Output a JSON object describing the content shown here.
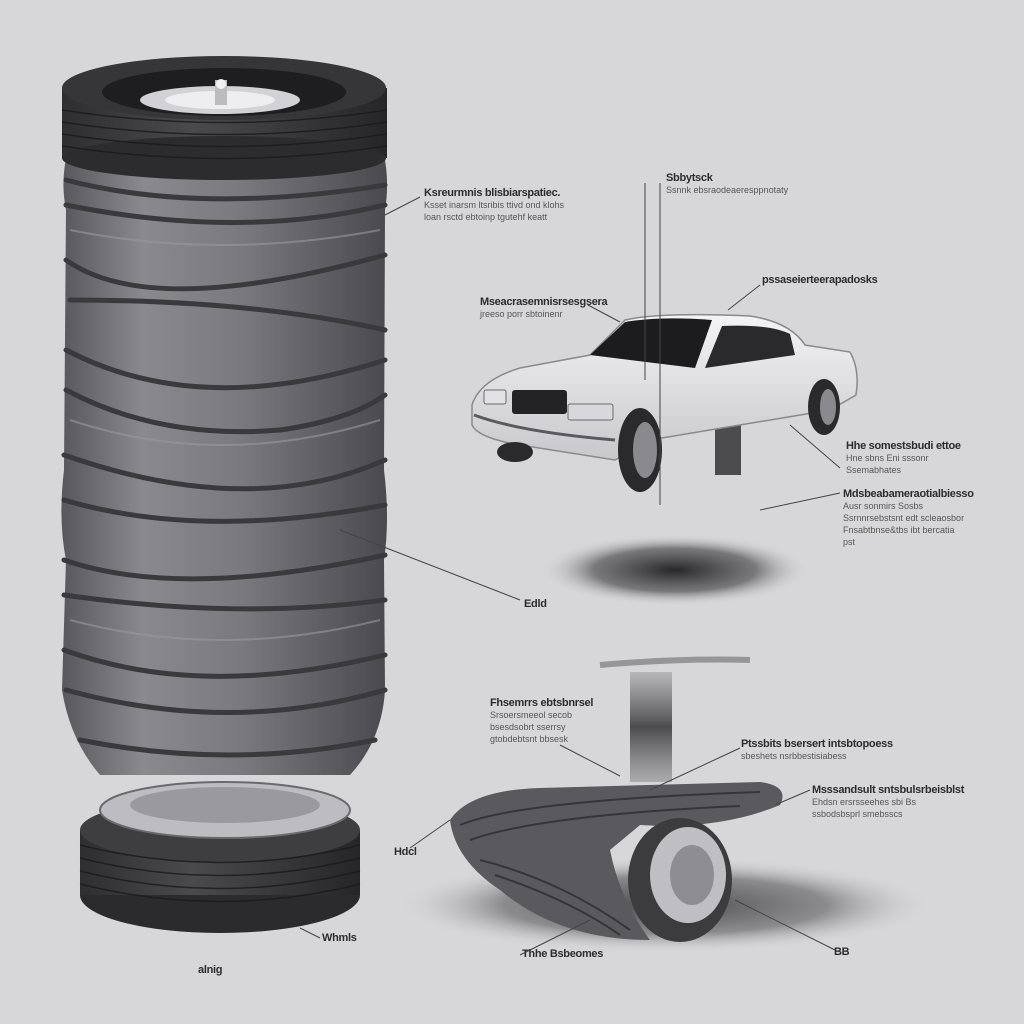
{
  "callouts": {
    "top_center": {
      "title": "Ksreurmnis blisbiarspatiec.",
      "lines": [
        "Ksset inarsm ltsribis ttivd ond klohs",
        "loan rsctd ebtoinp tgutehf keatt"
      ]
    },
    "car_top": {
      "title": "Sbbytsck",
      "lines": [
        "Ssnnk ebsraodeaeresppnotaty"
      ]
    },
    "car_left": {
      "title": "Mseacrasemnisrsesgsera",
      "lines": [
        "jreeso porr sbtoinenr"
      ]
    },
    "car_right_top": {
      "title": "pssaseierteerapadosks",
      "lines": []
    },
    "car_right_mid": {
      "title": "Hhe somestsbudi ettoe",
      "lines": [
        "Hne sbns Eni sssonr",
        "Ssemabhates"
      ]
    },
    "car_right_low": {
      "title": "Mdsbeabameraotialbiesso",
      "lines": [
        "Ausr sonmirs Sosbs",
        "Ssrnnrsebstsnt edt scleaosbor",
        "Fnsabtbnse&tbs ibt bercatia",
        "pst"
      ]
    },
    "tire_mid": {
      "title": "Edld",
      "lines": []
    },
    "arm_left": {
      "title": "Fhsemrrs ebtsbnrsel",
      "lines": [
        "Srsoersmeeol secob",
        "bsesdsobrt sserrsy",
        "gtobdebtsnt bbsesk"
      ]
    },
    "arm_mid": {
      "title": "Ptssbits bsersert intsbtopoess",
      "lines": [
        "sbeshets nsrbbestisiabess"
      ]
    },
    "arm_right": {
      "title": "Msssandsult sntsbulsrbeisblst",
      "lines": [
        "Ehdsn ersrsseehes sbi Bs",
        "ssbodsbsprl smebsscs"
      ]
    },
    "base_left": {
      "title": "Hdcl",
      "lines": []
    },
    "base_bottom": {
      "title": "Whmls",
      "lines": []
    },
    "base_foot": {
      "title": "alnig",
      "lines": []
    },
    "bottom_center": {
      "title": "Thhe Bsbeomes",
      "lines": []
    },
    "bottom_right": {
      "title": "BB",
      "lines": []
    }
  },
  "colors": {
    "background": "#d7d7d9",
    "rubber_dark": "#333336",
    "rubber_mid": "#6e6e72",
    "car_body": "#e9e9ec",
    "leader_line": "#444446"
  }
}
